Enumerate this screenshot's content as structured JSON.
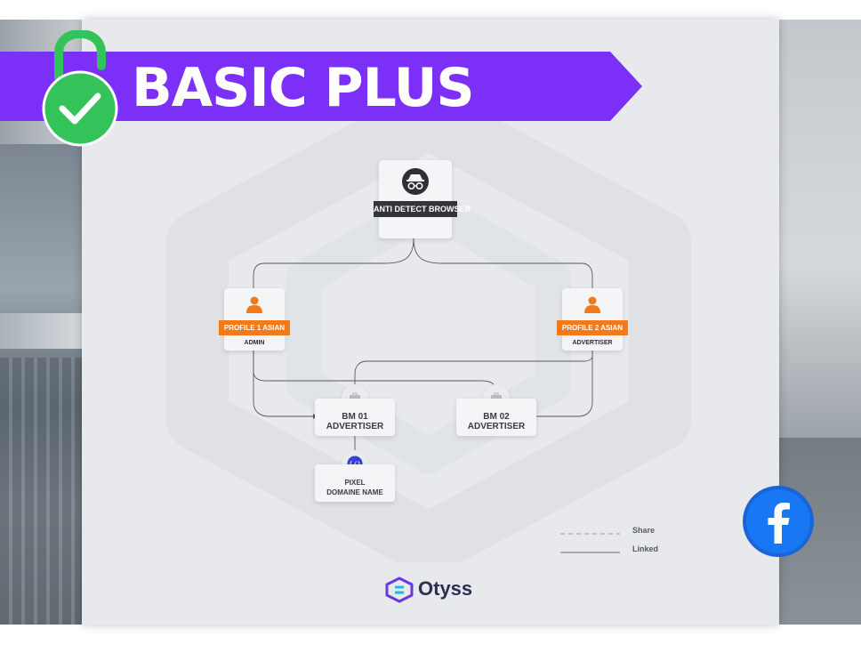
{
  "banner": {
    "title": "BASIC PLUS",
    "color": "#7b2ff7"
  },
  "diagram": {
    "root": {
      "label": "ANTI DETECT BROWSER",
      "icon": "incognito-icon"
    },
    "profiles": [
      {
        "label": "PROFILE 1 ASIAN",
        "role": "ADMIN",
        "icon": "user-icon"
      },
      {
        "label": "PROFILE 2 ASIAN",
        "role": "ADVERTISER",
        "icon": "user-icon"
      }
    ],
    "business_managers": [
      {
        "line1": "BM 01",
        "line2": "ADVERTISER",
        "icon": "briefcase-icon"
      },
      {
        "line1": "BM 02",
        "line2": "ADVERTISER",
        "icon": "briefcase-icon"
      }
    ],
    "pixel": {
      "line1": "PIXEL",
      "line2": "DOMAINE NAME",
      "icon": "code-icon"
    }
  },
  "legend": {
    "share": "Share",
    "linked": "Linked"
  },
  "brand": {
    "name": "Otyss",
    "logo_icon": "otyss-logo-icon"
  },
  "badges": {
    "lock": "lock-check-icon",
    "social": "facebook-icon"
  },
  "colors": {
    "accent_purple": "#7b2ff7",
    "orange": "#f27a1a",
    "green": "#34c35a",
    "facebook_blue": "#1877f2",
    "dark_tag": "#333539"
  }
}
